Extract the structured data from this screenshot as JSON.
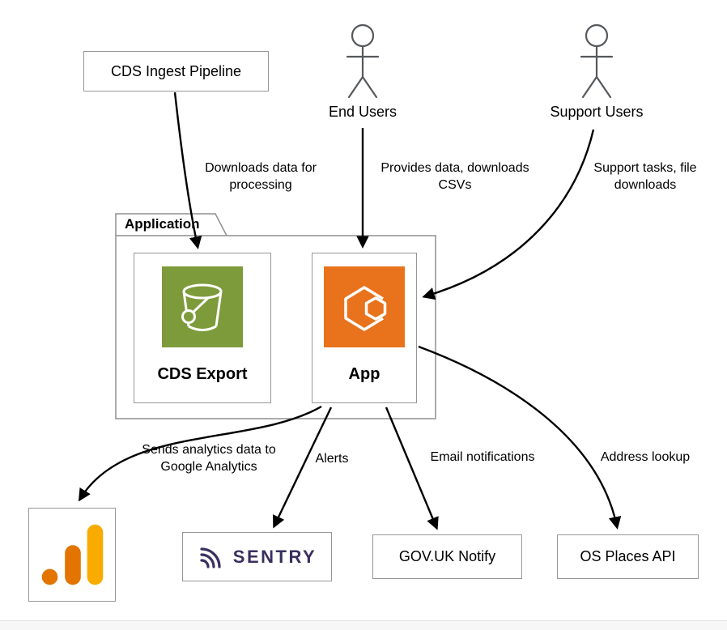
{
  "diagram": {
    "nodes": {
      "cds_ingest_pipeline": {
        "label": "CDS Ingest Pipeline"
      },
      "end_users": {
        "label": "End Users",
        "icon": "person-actor"
      },
      "support_users": {
        "label": "Support Users",
        "icon": "person-actor"
      },
      "application_group": {
        "label": "Application"
      },
      "cds_export": {
        "label": "CDS Export",
        "icon": "aws-s3-bucket",
        "icon_color": "#7d9b3a"
      },
      "app": {
        "label": "App",
        "icon": "aws-ecs-container",
        "icon_color": "#e8731c"
      },
      "google_analytics": {
        "icon": "google-analytics-bars",
        "icon_colors": [
          "#e37400",
          "#f9ab00"
        ]
      },
      "sentry": {
        "label": "SENTRY",
        "icon": "sentry-logo",
        "brand_color": "#3a2f5e"
      },
      "govuk_notify": {
        "label": "GOV.UK Notify"
      },
      "os_places_api": {
        "label": "OS Places API"
      }
    },
    "edges": [
      {
        "from": "CDS Ingest Pipeline",
        "to": "CDS Export",
        "label": "Downloads data for processing"
      },
      {
        "from": "End Users",
        "to": "App",
        "label": "Provides data, downloads CSVs"
      },
      {
        "from": "Support Users",
        "to": "App",
        "label": "Support tasks, file downloads"
      },
      {
        "from": "App",
        "to": "Google Analytics",
        "label": "Sends analytics data to Google Analytics"
      },
      {
        "from": "App",
        "to": "Sentry",
        "label": "Alerts"
      },
      {
        "from": "App",
        "to": "GOV.UK Notify",
        "label": "Email notifications"
      },
      {
        "from": "App",
        "to": "OS Places API",
        "label": "Address lookup"
      }
    ],
    "colors": {
      "arrow": "#000000",
      "box_border": "#979797",
      "group_border": "#8f8f8f",
      "s3_green": "#7d9b3a",
      "ecs_orange": "#e8731c",
      "sentry_purple": "#3a2f5e",
      "ga_dark_orange": "#e37400",
      "ga_amber": "#f9ab00"
    }
  }
}
